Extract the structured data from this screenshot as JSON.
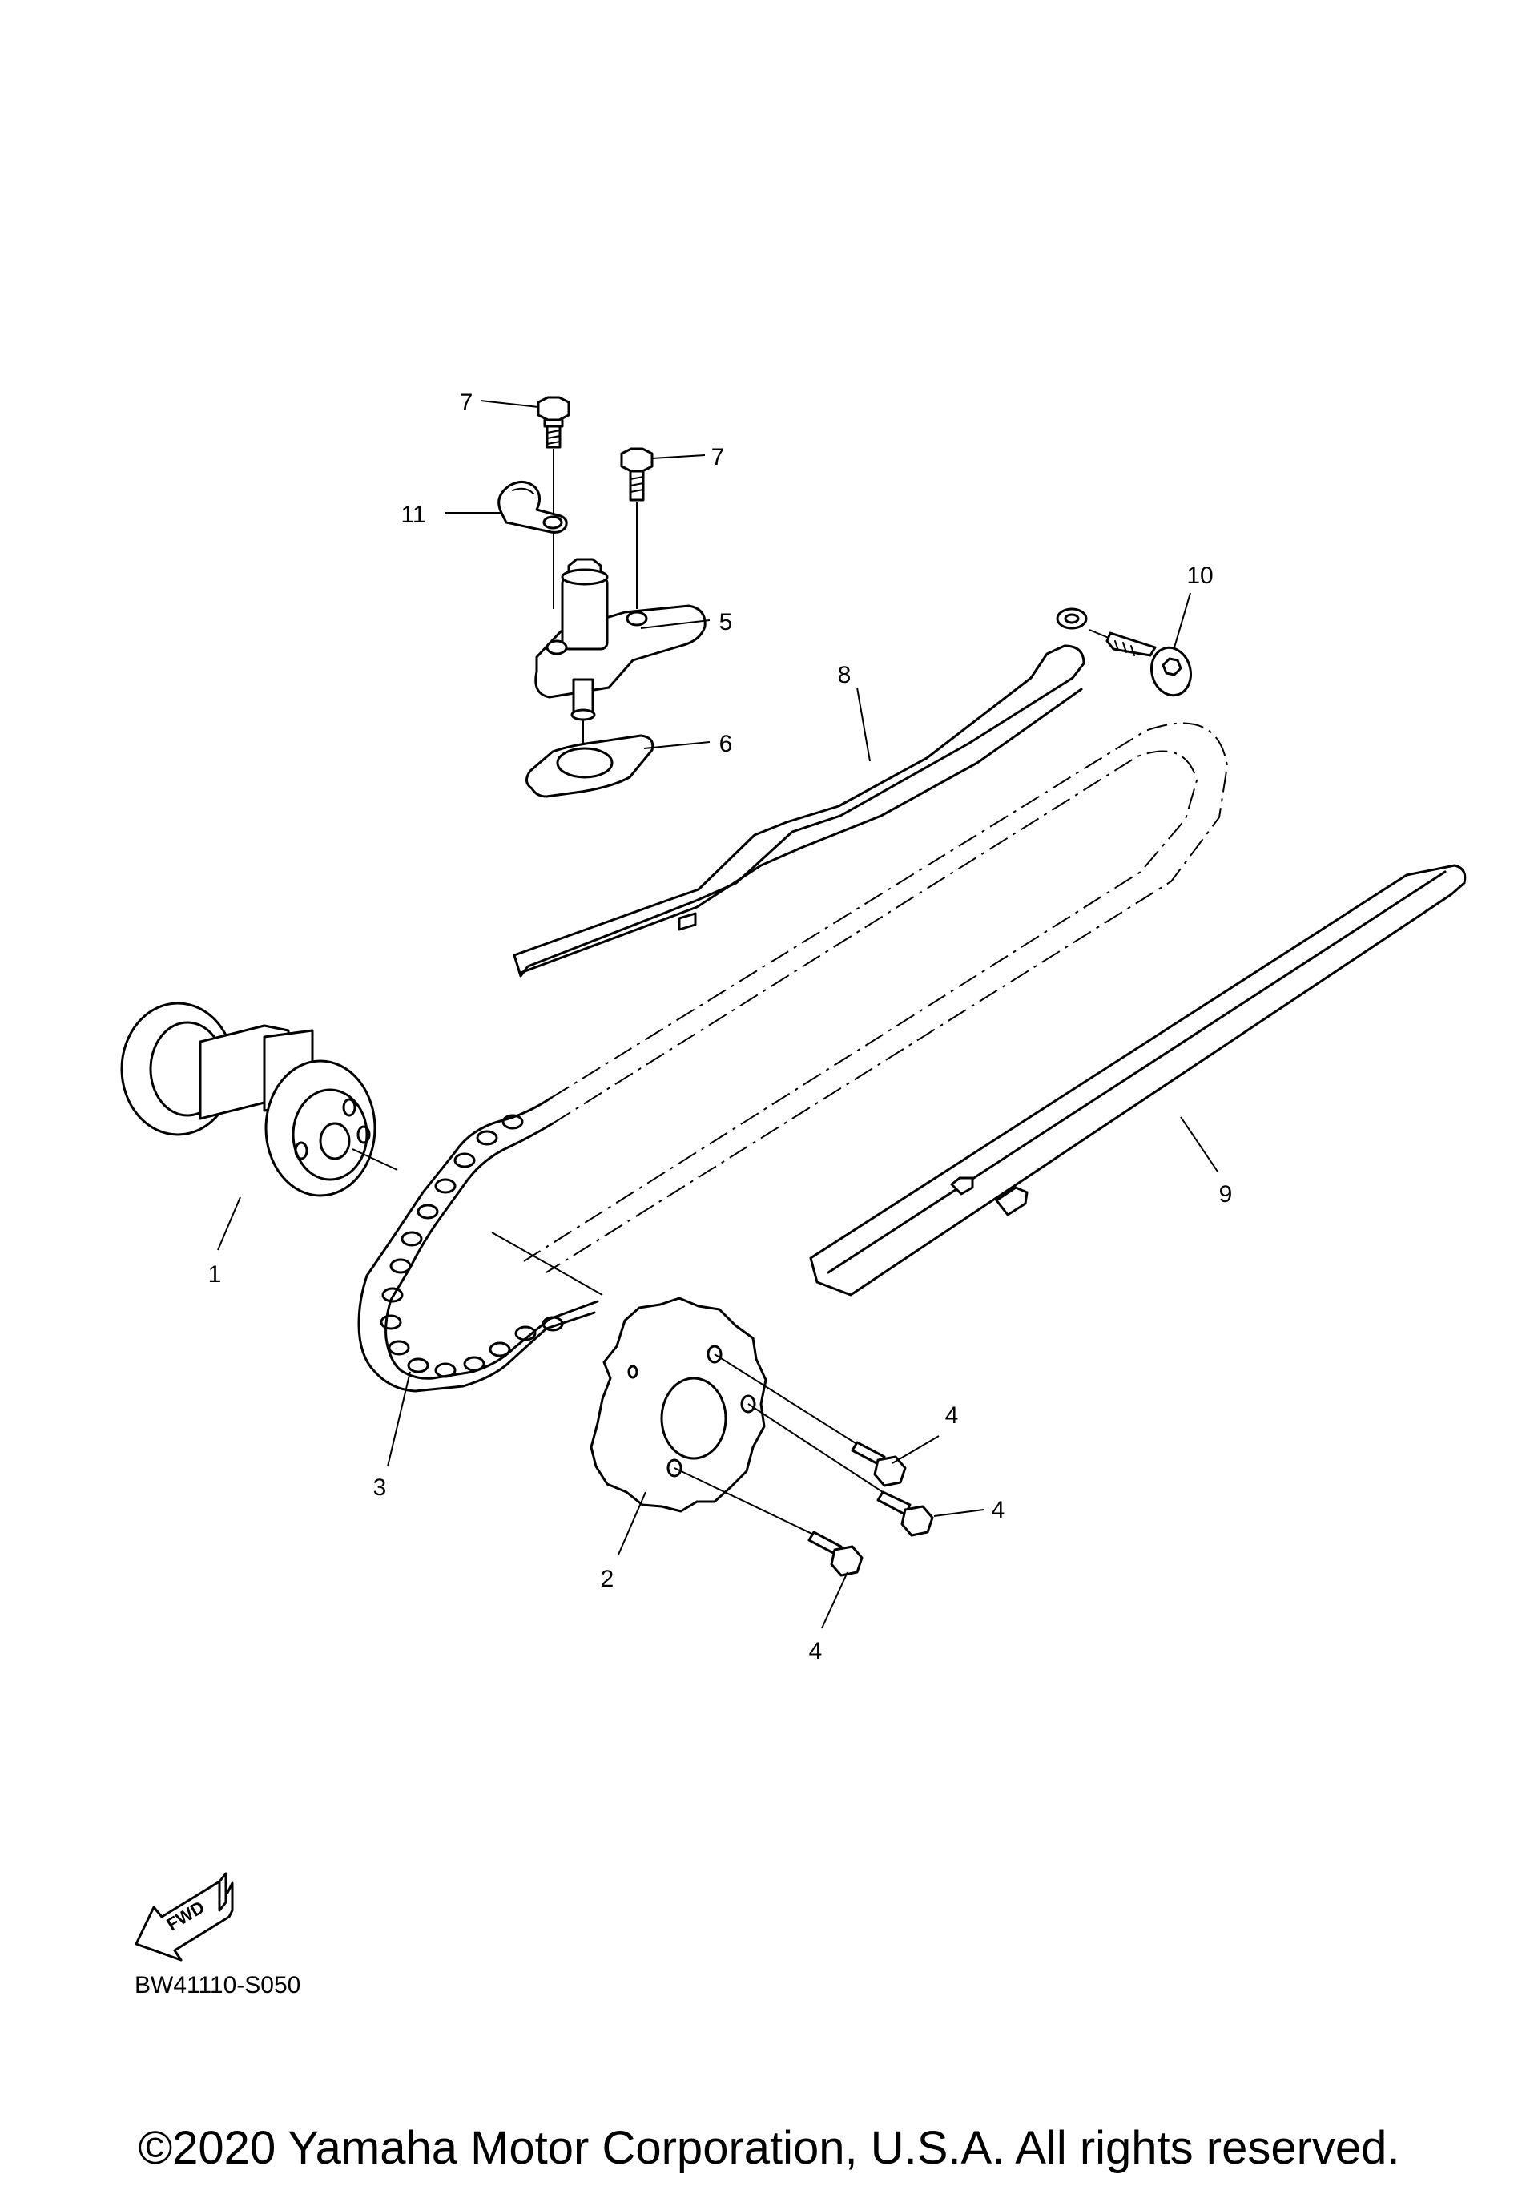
{
  "callouts": [
    {
      "id": "1",
      "label": "1"
    },
    {
      "id": "2",
      "label": "2"
    },
    {
      "id": "3",
      "label": "3"
    },
    {
      "id": "4a",
      "label": "4"
    },
    {
      "id": "4b",
      "label": "4"
    },
    {
      "id": "4c",
      "label": "4"
    },
    {
      "id": "5",
      "label": "5"
    },
    {
      "id": "6",
      "label": "6"
    },
    {
      "id": "7a",
      "label": "7"
    },
    {
      "id": "7b",
      "label": "7"
    },
    {
      "id": "8",
      "label": "8"
    },
    {
      "id": "9",
      "label": "9"
    },
    {
      "id": "10",
      "label": "10"
    },
    {
      "id": "11",
      "label": "11"
    }
  ],
  "fwd_label": "FWD",
  "diagram_code": "BW41110-S050",
  "copyright": "©2020 Yamaha Motor Corporation, U.S.A. All rights reserved."
}
